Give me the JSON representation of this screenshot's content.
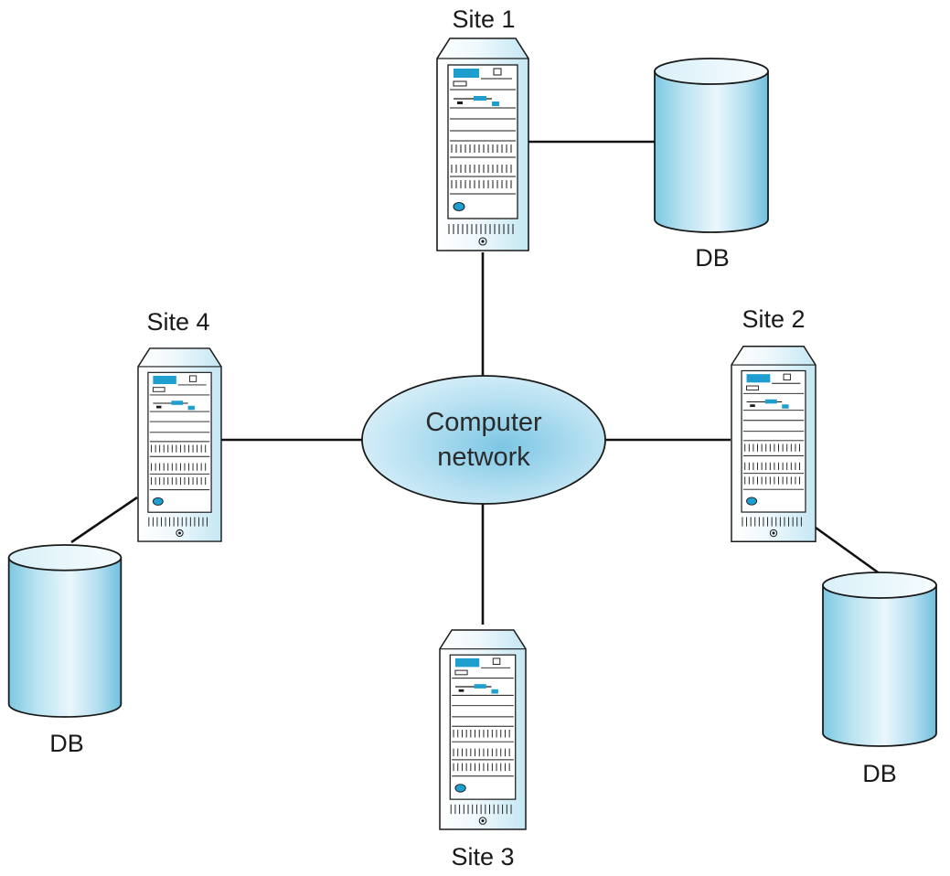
{
  "network": {
    "line1": "Computer",
    "line2": "network"
  },
  "sites": [
    {
      "id": "site-1",
      "label": "Site 1",
      "db_label": "DB"
    },
    {
      "id": "site-2",
      "label": "Site 2",
      "db_label": "DB"
    },
    {
      "id": "site-3",
      "label": "Site 3"
    },
    {
      "id": "site-4",
      "label": "Site 4",
      "db_label": "DB"
    }
  ],
  "colors": {
    "server_stroke": "#1a1a1a",
    "server_fill_light": "#eef8fc",
    "server_fill_dark": "#bfe6f2",
    "accent_blue": "#1e9fd0",
    "db_fill_light": "#e3f4fa",
    "db_fill_dark": "#8fd0e6",
    "cloud_fill": "#b7e1f1",
    "cloud_stroke": "#1a1a1a"
  }
}
